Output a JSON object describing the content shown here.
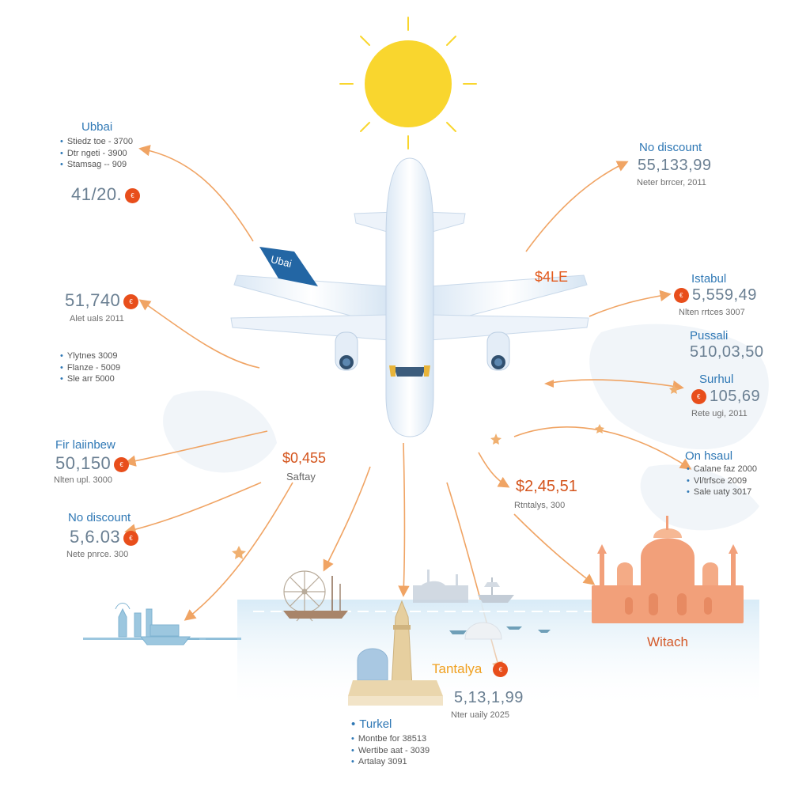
{
  "colors": {
    "arrow": "#f0a464",
    "sun": "#f9d62e",
    "plane": "#e9f1fa",
    "sea": "#dcecf6",
    "landmark": "#f2a07a",
    "accent": "#2f78b5",
    "badge": "#e84e1b"
  },
  "plane": {
    "tail_text": "Ubai",
    "sale_text": "$4LE"
  },
  "badge_text": "€",
  "labels": {
    "ubbai": {
      "title": "Ubbai",
      "bullets": [
        "Stiedz toe - 3700",
        "Dtr ngeti - 3900",
        "Stamsag -- 909"
      ],
      "price": "41/20."
    },
    "left2": {
      "price": "51,740",
      "note": "Alet uals 2011"
    },
    "left3": {
      "bullets": [
        "Ylytnes 3009",
        "Flanze - 5009",
        "Sle arr 5000"
      ]
    },
    "fir": {
      "title": "Fir laiinbew",
      "price": "50,150",
      "note": "Nlten upl. 3000"
    },
    "nodisc_left": {
      "title": "No discount",
      "price": "5,6.03",
      "note": "Nete pnrce. 300"
    },
    "nodisc_right": {
      "title": "No discount",
      "price": "55,133,99",
      "note": "Neter brrcer, 2011"
    },
    "istabul": {
      "title": "Istabul",
      "price": "5,559,49",
      "note": "Nlten rrtces 3007"
    },
    "pussali": {
      "title": "Pussali",
      "price": "510,03,50"
    },
    "surhul": {
      "title": "Surhul",
      "price": "105,69",
      "note": "Rete ugi, 2011"
    },
    "onhsaul": {
      "title": "On hsaul",
      "bullets": [
        "Calane faz 2000",
        "Vl/trfsce 2009",
        "Sale uaty 3017"
      ]
    },
    "center_sale": {
      "price": "$0,455",
      "note": "Saftay"
    },
    "center_right": {
      "price": "$2,45,51",
      "note": "Rtntalys, 300"
    },
    "tantalya": {
      "title": "Tantalya",
      "price": "5,13,1,99",
      "note": "Nter uaily 2025"
    },
    "witach": {
      "title": "Witach"
    },
    "turkel": {
      "title": "Turkel",
      "bullets": [
        "Montbe for 38513",
        "Wertibe aat - 3039",
        "Artalay 3091"
      ]
    }
  }
}
